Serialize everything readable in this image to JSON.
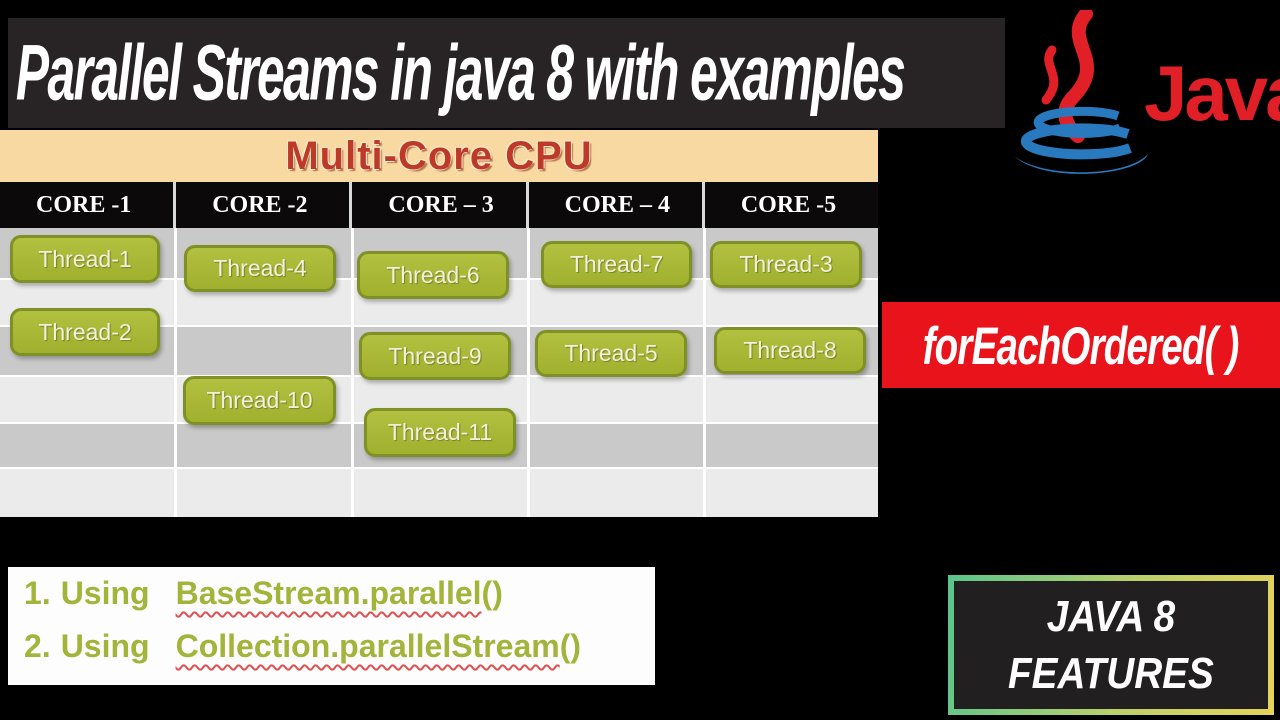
{
  "title_banner": {
    "text": "Parallel Streams in java 8 with examples"
  },
  "java_logo": {
    "wordmark": "Java",
    "trademark": "™"
  },
  "cpu_table": {
    "title": "Multi-Core CPU",
    "cores": [
      {
        "label": "CORE -1"
      },
      {
        "label": "CORE -2"
      },
      {
        "label": "CORE – 3"
      },
      {
        "label": "CORE – 4"
      },
      {
        "label": "CORE -5"
      }
    ],
    "threads": [
      {
        "label": "Thread-1",
        "core": "CORE -1"
      },
      {
        "label": "Thread-2",
        "core": "CORE -1"
      },
      {
        "label": "Thread-4",
        "core": "CORE -2"
      },
      {
        "label": "Thread-10",
        "core": "CORE -2"
      },
      {
        "label": "Thread-6",
        "core": "CORE – 3"
      },
      {
        "label": "Thread-9",
        "core": "CORE – 3"
      },
      {
        "label": "Thread-11",
        "core": "CORE – 3"
      },
      {
        "label": "Thread-7",
        "core": "CORE – 4"
      },
      {
        "label": "Thread-5",
        "core": "CORE – 4"
      },
      {
        "label": "Thread-3",
        "core": "CORE -5"
      },
      {
        "label": "Thread-8",
        "core": "CORE -5"
      }
    ]
  },
  "method_banner": {
    "text": "forEachOrdered( )"
  },
  "usage_list": {
    "items": [
      {
        "number": "1.",
        "prefix": "Using",
        "code": "BaseStream.parallel",
        "suffix": "()"
      },
      {
        "number": "2.",
        "prefix": "Using",
        "code": "Collection.parallelStream",
        "suffix": "()"
      }
    ]
  },
  "badge": {
    "line1": "JAVA 8",
    "line2": "FEATURES"
  },
  "colors": {
    "banner_red": "#e8131b",
    "olive_text": "#a2b43a",
    "thread_green": "#a4b437",
    "thread_border": "#7f9026",
    "peach_header": "#f8d9a1",
    "cpu_title_red": "#bd3a28",
    "java_red": "#e01f26",
    "java_blue": "#2879bd",
    "badge_border_green": "#5ac48b",
    "badge_border_yellow": "#e6d35a",
    "stripe_dark": "#cac9c9",
    "stripe_light": "#ebebeb"
  }
}
